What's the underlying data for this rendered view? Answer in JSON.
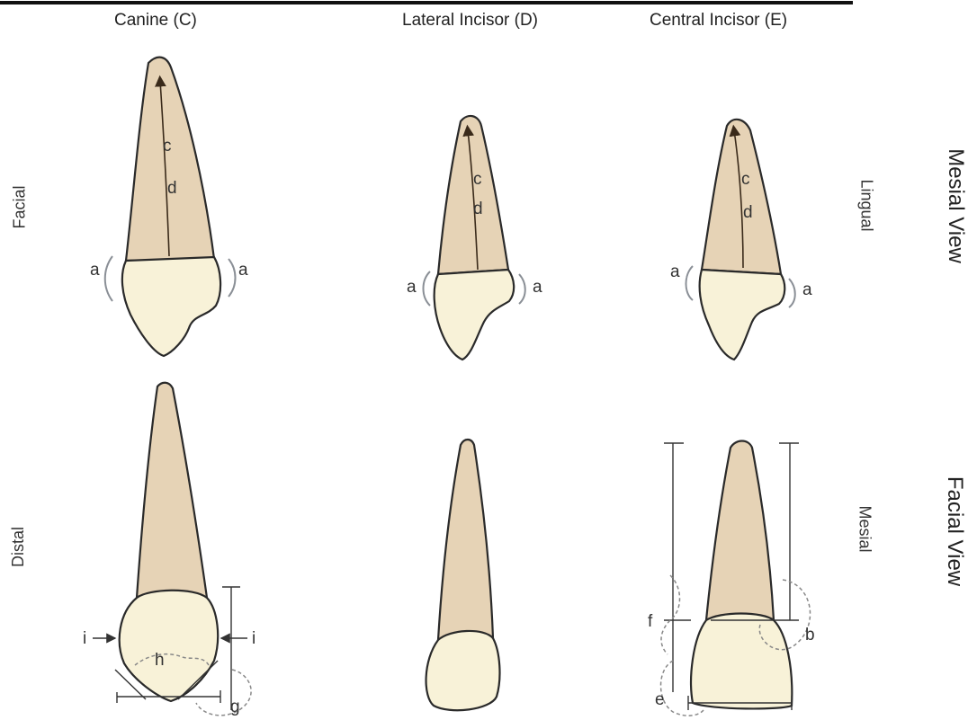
{
  "columns": {
    "canine": "Canine (C)",
    "lateral": "Lateral Incisor (D)",
    "central": "Central Incisor (E)"
  },
  "row_labels": {
    "facial": "Facial",
    "distal": "Distal",
    "lingual": "Lingual",
    "mesial": "Mesial"
  },
  "view_labels": {
    "mesial_view": "Mesial View",
    "facial_view": "Facial View"
  },
  "letters": {
    "a": "a",
    "b": "b",
    "c": "c",
    "d": "d",
    "e": "e",
    "f": "f",
    "g": "g",
    "h": "h",
    "i": "i"
  },
  "colors": {
    "root": "#e6d3b6",
    "crown": "#f8f2d8",
    "outline": "#2a2a2a"
  }
}
